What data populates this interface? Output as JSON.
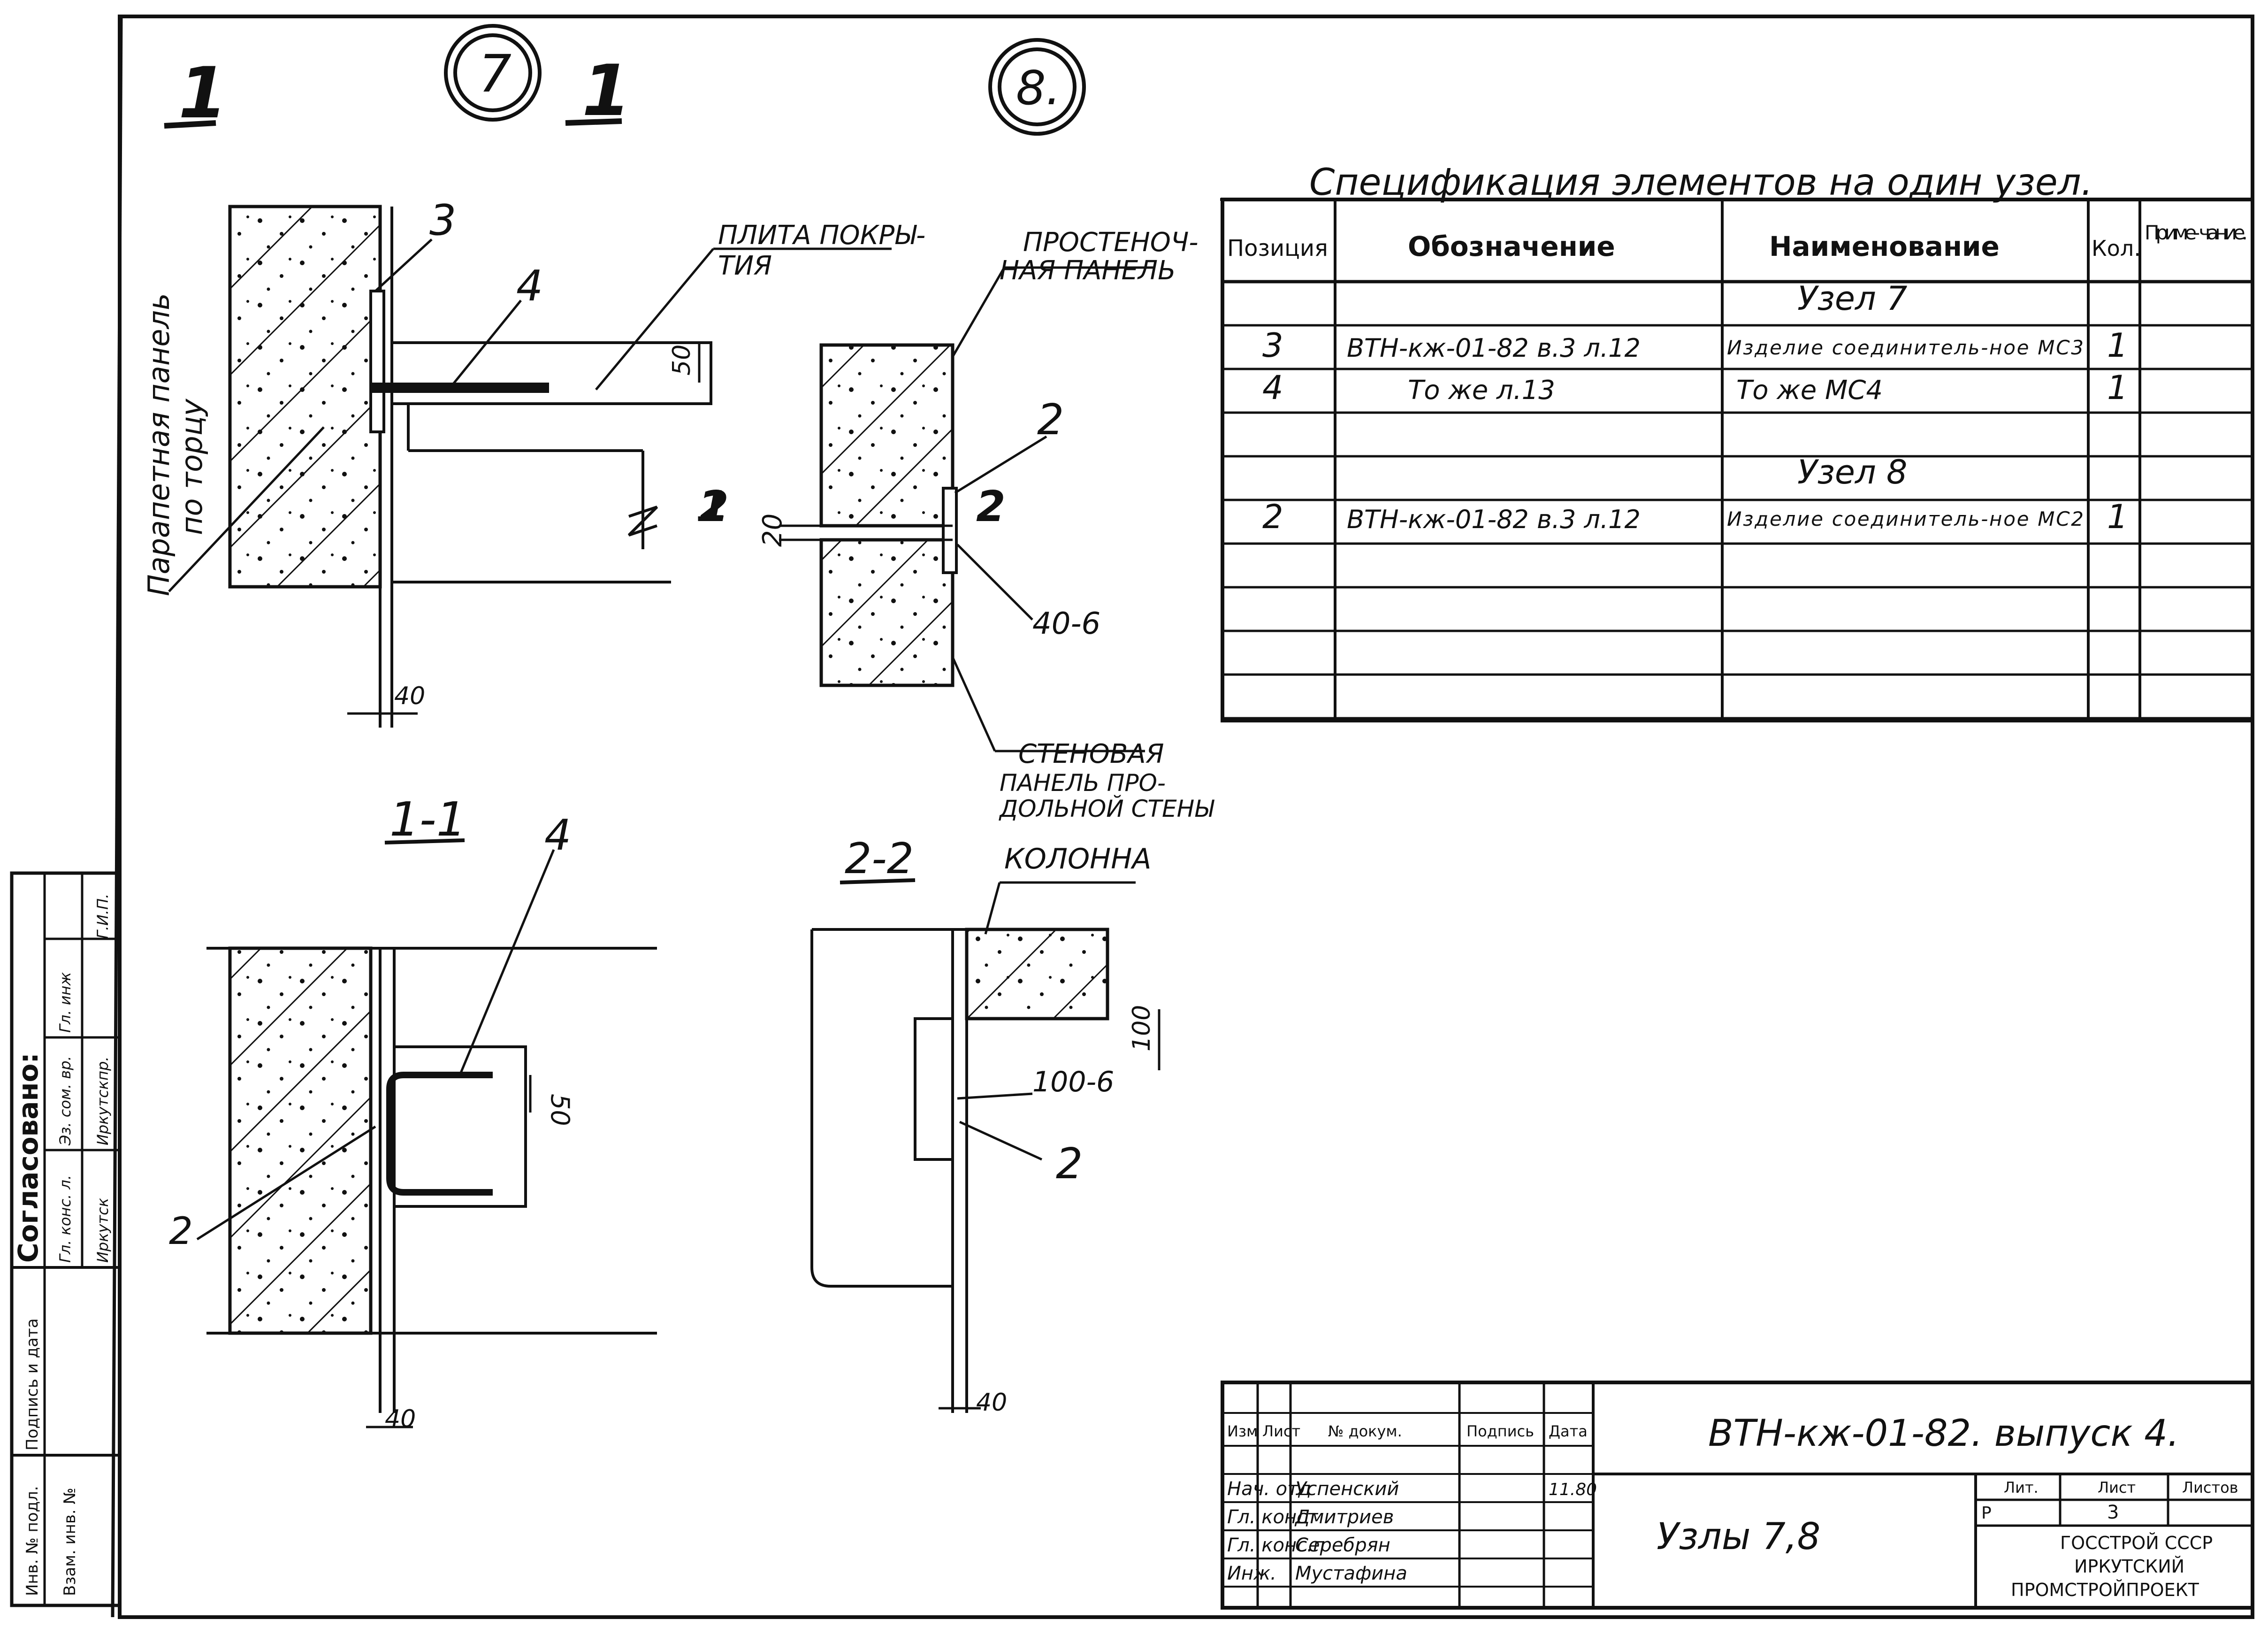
{
  "sheet_marks": {
    "mark_1": "1",
    "mark_2": "1",
    "node_7": "7",
    "node_8": "8."
  },
  "drawing_7": {
    "label_plate": "ПЛИТА ПОКРЫ-",
    "label_plate_2": "ТИЯ",
    "label_parapet": "Парапетная панель",
    "label_parapet_2": "по торцу",
    "pos_3": "3",
    "pos_4": "4",
    "dim_50": "50",
    "dim_40": "40",
    "section_mark": "1"
  },
  "drawing_8": {
    "label_pier": "ПРОСТЕНОЧ-",
    "label_pier_2": "НАЯ ПАНЕЛЬ",
    "label_wall": "СТЕНОВАЯ",
    "label_wall_2": "ПАНЕЛЬ ПРО-",
    "label_wall_3": "ДОЛЬНОЙ СТЕНЫ",
    "pos_2": "2",
    "dim_20": "20",
    "weld": "40-6",
    "section_a": "2",
    "section_b": "2"
  },
  "section_1_1": {
    "title": "1-1",
    "pos_4": "4",
    "pos_2": "2",
    "dim_50": "50",
    "dim_40": "40"
  },
  "section_2_2": {
    "title": "2-2",
    "label_column": "КОЛОННА",
    "dim_100": "100",
    "weld": "100-6",
    "pos_2": "2",
    "dim_40": "40"
  },
  "spec": {
    "title": "Спецификация элементов на один узел.",
    "headers": [
      "Позиция",
      "Обозначение",
      "Наименование",
      "Кол.",
      "Приме- чание."
    ],
    "rows": [
      {
        "pos": "",
        "designation": "",
        "name": "Узел 7",
        "qty": "",
        "note": ""
      },
      {
        "pos": "3",
        "designation": "ВТН-кж-01-82 в.3 л.12",
        "name": "Изделие соединитель-ное МС3",
        "qty": "1",
        "note": ""
      },
      {
        "pos": "4",
        "designation": "То же л.13",
        "name": "То же МС4",
        "qty": "1",
        "note": ""
      },
      {
        "pos": "",
        "designation": "",
        "name": "",
        "qty": "",
        "note": ""
      },
      {
        "pos": "",
        "designation": "",
        "name": "Узел 8",
        "qty": "",
        "note": ""
      },
      {
        "pos": "2",
        "designation": "ВТН-кж-01-82 в.3 л.12",
        "name": "Изделие соединитель-ное МС2",
        "qty": "1",
        "note": ""
      },
      {
        "pos": "",
        "designation": "",
        "name": "",
        "qty": "",
        "note": ""
      },
      {
        "pos": "",
        "designation": "",
        "name": "",
        "qty": "",
        "note": ""
      },
      {
        "pos": "",
        "designation": "",
        "name": "",
        "qty": "",
        "note": ""
      },
      {
        "pos": "",
        "designation": "",
        "name": "",
        "qty": "",
        "note": ""
      }
    ]
  },
  "stamp": {
    "code": "ВТН-кж-01-82. выпуск 4.",
    "title": "Узлы 7,8",
    "col_headers": [
      "Изм",
      "Лист",
      "№ докум.",
      "Подпись",
      "Дата"
    ],
    "staff": [
      {
        "role": "Нач. отд",
        "name": "Успенский",
        "date": "11.80"
      },
      {
        "role": "Гл. конст",
        "name": "Дмитриев",
        "date": ""
      },
      {
        "role": "Гл. конс.п",
        "name": "Серебрян",
        "date": ""
      },
      {
        "role": "Инж.",
        "name": "Мустафина",
        "date": ""
      }
    ],
    "stage_hdr": "Лит.",
    "sheet_hdr": "Лист",
    "sheets_hdr": "Листов",
    "stage": "Р",
    "sheet_no": "3",
    "org_1": "ГОССТРОЙ СССР",
    "org_2": "ИРКУТСКИЙ",
    "org_3": "ПРОМСТРОЙПРОЕКТ"
  },
  "side_stamp": {
    "header": "Согласовано:",
    "cells": [
      "Гл. конс. л.",
      "Эз. сом. вр.",
      "Гл. инж",
      "Иркутск",
      "Иркутскпр.",
      "Г.И.П."
    ],
    "inv_orig": "Инв. № подл.",
    "sign_date": "Подпись и дата",
    "inv_dup": "Взам. инв. №"
  }
}
